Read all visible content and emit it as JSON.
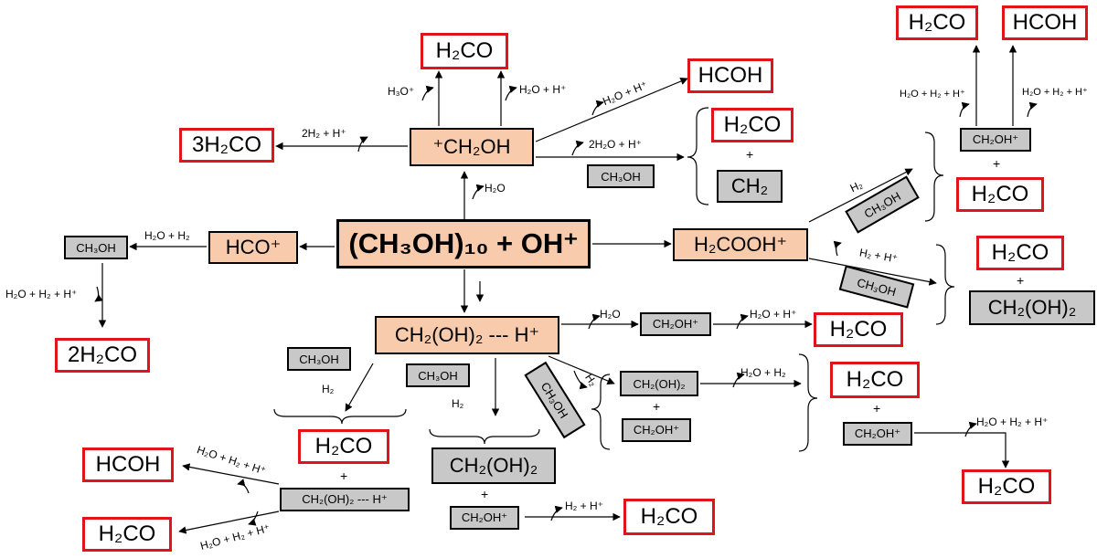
{
  "main": "(CH₃OH)₁₀ + OH⁺",
  "intermediates": {
    "ch2oh": "⁺CH₂OH",
    "hco": "HCO⁺",
    "h2cooh": "H₂COOH⁺",
    "ch2oh2h": "CH₂(OH)₂ --- H⁺"
  },
  "products": {
    "top_h2co": "H₂CO",
    "top_hcoh": "HCOH",
    "left_3h2co": "3H₂CO",
    "mid_h2co": "H₂CO",
    "left_2h2co": "2H₂CO",
    "far_h2co": "H₂CO",
    "far_hcoh": "HCOH",
    "right_h2co_a": "H₂CO",
    "right_h2co_b": "H₂CO",
    "center_h2co": "H₂CO",
    "right_h2co_c": "H₂CO",
    "lower_h2co": "H₂CO",
    "bl_hcoh": "HCOH",
    "bl_h2co": "H₂CO",
    "bottom_h2co": "H₂CO",
    "br_h2co": "H₂CO"
  },
  "reagents": {
    "ch3oh_mid": "CH₃OH",
    "ch3oh_left": "CH₃OH",
    "ch3oh_r1": "CH₃OH",
    "ch3oh_r2": "CH₃OH",
    "ch3oh_bl": "CH₃OH",
    "ch3oh_bc": "CH₃OH",
    "ch3oh_bd": "CH₃OH",
    "ch2oh_p1": "CH₂OH⁺",
    "ch2oh_p2": "CH₂OH⁺",
    "ch2oh_p3": "CH₂OH⁺",
    "ch2oh_p4": "CH₂OH⁺",
    "ch2oh_p5": "CH₂OH⁺",
    "ch2oh2_small": "CH₂(OH)₂",
    "ch2oh2h_bl": "CH₂(OH)₂ --- H⁺"
  },
  "big": {
    "ch2": "CH₂",
    "ch2oh2_r": "CH₂(OH)₂",
    "ch2oh2_b": "CH₂(OH)₂"
  },
  "labels": {
    "h3o": "H₃O⁺",
    "h2o_h": "H₂O + H⁺",
    "h2o_h_diag": "H₂O + H⁺",
    "two_h2_h": "2H₂ + H⁺",
    "two_h2o_h": "2H₂O + H⁺",
    "h2o_up": "H₂O",
    "h2o_h2": "H₂O + H₂",
    "h2o_h2_h_left": "H₂O + H₂ + H⁺",
    "h2o_h2_h_tr1": "H₂O + H₂ + H⁺",
    "h2o_h2_h_tr2": "H₂O + H₂ + H⁺",
    "h2_diag": "H₂",
    "h2_h_diag": "H₂ + H⁺",
    "h2o_mid": "H₂O",
    "h2o_h_mid": "H₂O + H⁺",
    "h2o_h2_mid": "H₂O + H₂",
    "h2_bc": "H₂",
    "h2_bl": "H₂",
    "h2_bd": "H₂",
    "h2o_h2_h_bl1": "H₂O + H₂ + H⁺",
    "h2o_h2_h_bl2": "H₂O + H₂ + H⁺",
    "h2_h_bottom": "H₂ + H⁺",
    "h2o_h2_h_br": "H₂O + H₂ + H⁺"
  },
  "plus_sign": "+"
}
